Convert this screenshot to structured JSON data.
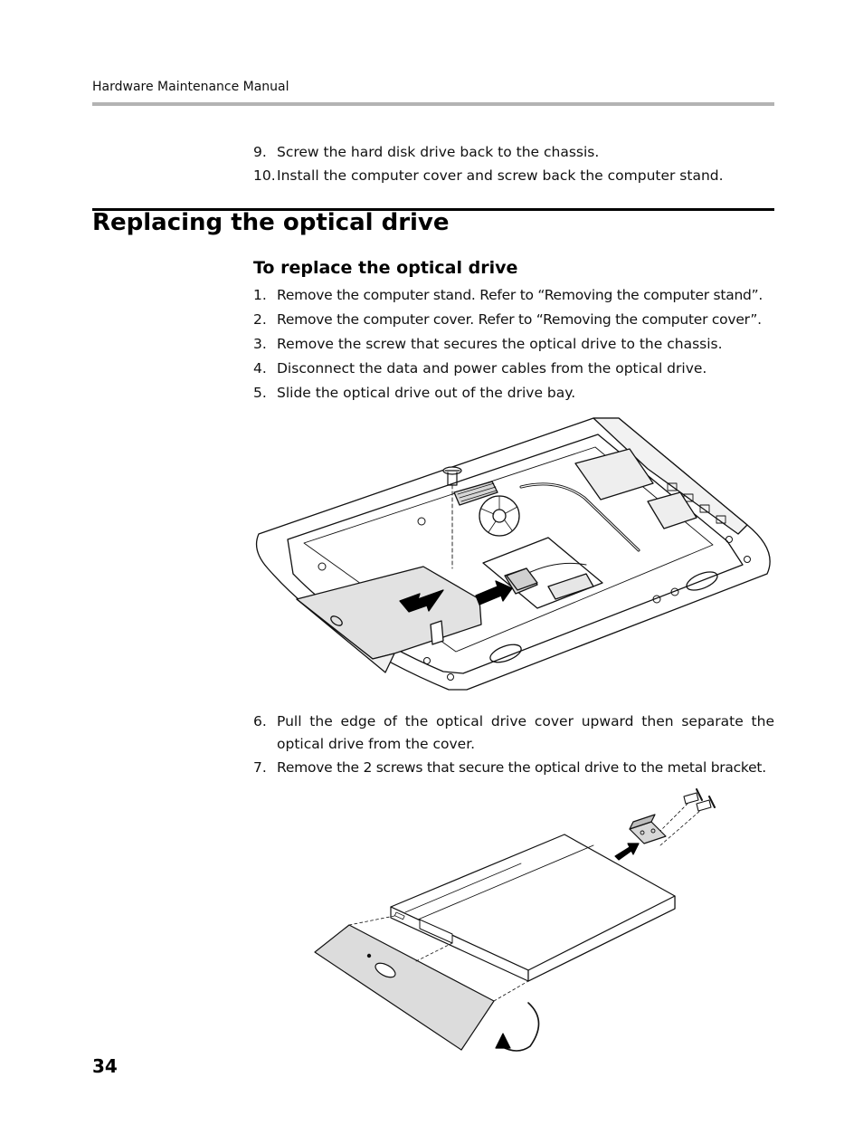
{
  "header": {
    "running_title": "Hardware Maintenance Manual"
  },
  "prior_steps": [
    {
      "num": "9.",
      "text": "Screw the hard disk drive back to the chassis."
    },
    {
      "num": "10.",
      "text": "Install the computer cover and screw back the computer stand."
    }
  ],
  "section": {
    "title": "Replacing the optical drive"
  },
  "subsection": {
    "title": "To replace the optical drive"
  },
  "steps": [
    {
      "num": "1.",
      "text": "Remove the computer stand. Refer to “Removing the computer stand”."
    },
    {
      "num": "2.",
      "text": "Remove the computer cover. Refer to “Removing the computer cover”."
    },
    {
      "num": "3.",
      "text": "Remove the screw that secures the optical drive to the chassis."
    },
    {
      "num": "4.",
      "text": "Disconnect the data and power cables from the optical drive."
    },
    {
      "num": "5.",
      "text": "Slide the optical drive out of the drive bay."
    },
    {
      "num": "6.",
      "text": "Pull the edge of the optical drive cover upward then separate the optical drive from the cover."
    },
    {
      "num": "7.",
      "text": "Remove the 2 screws that secure the optical drive to the metal bracket."
    }
  ],
  "footer": {
    "page_number": "34"
  }
}
